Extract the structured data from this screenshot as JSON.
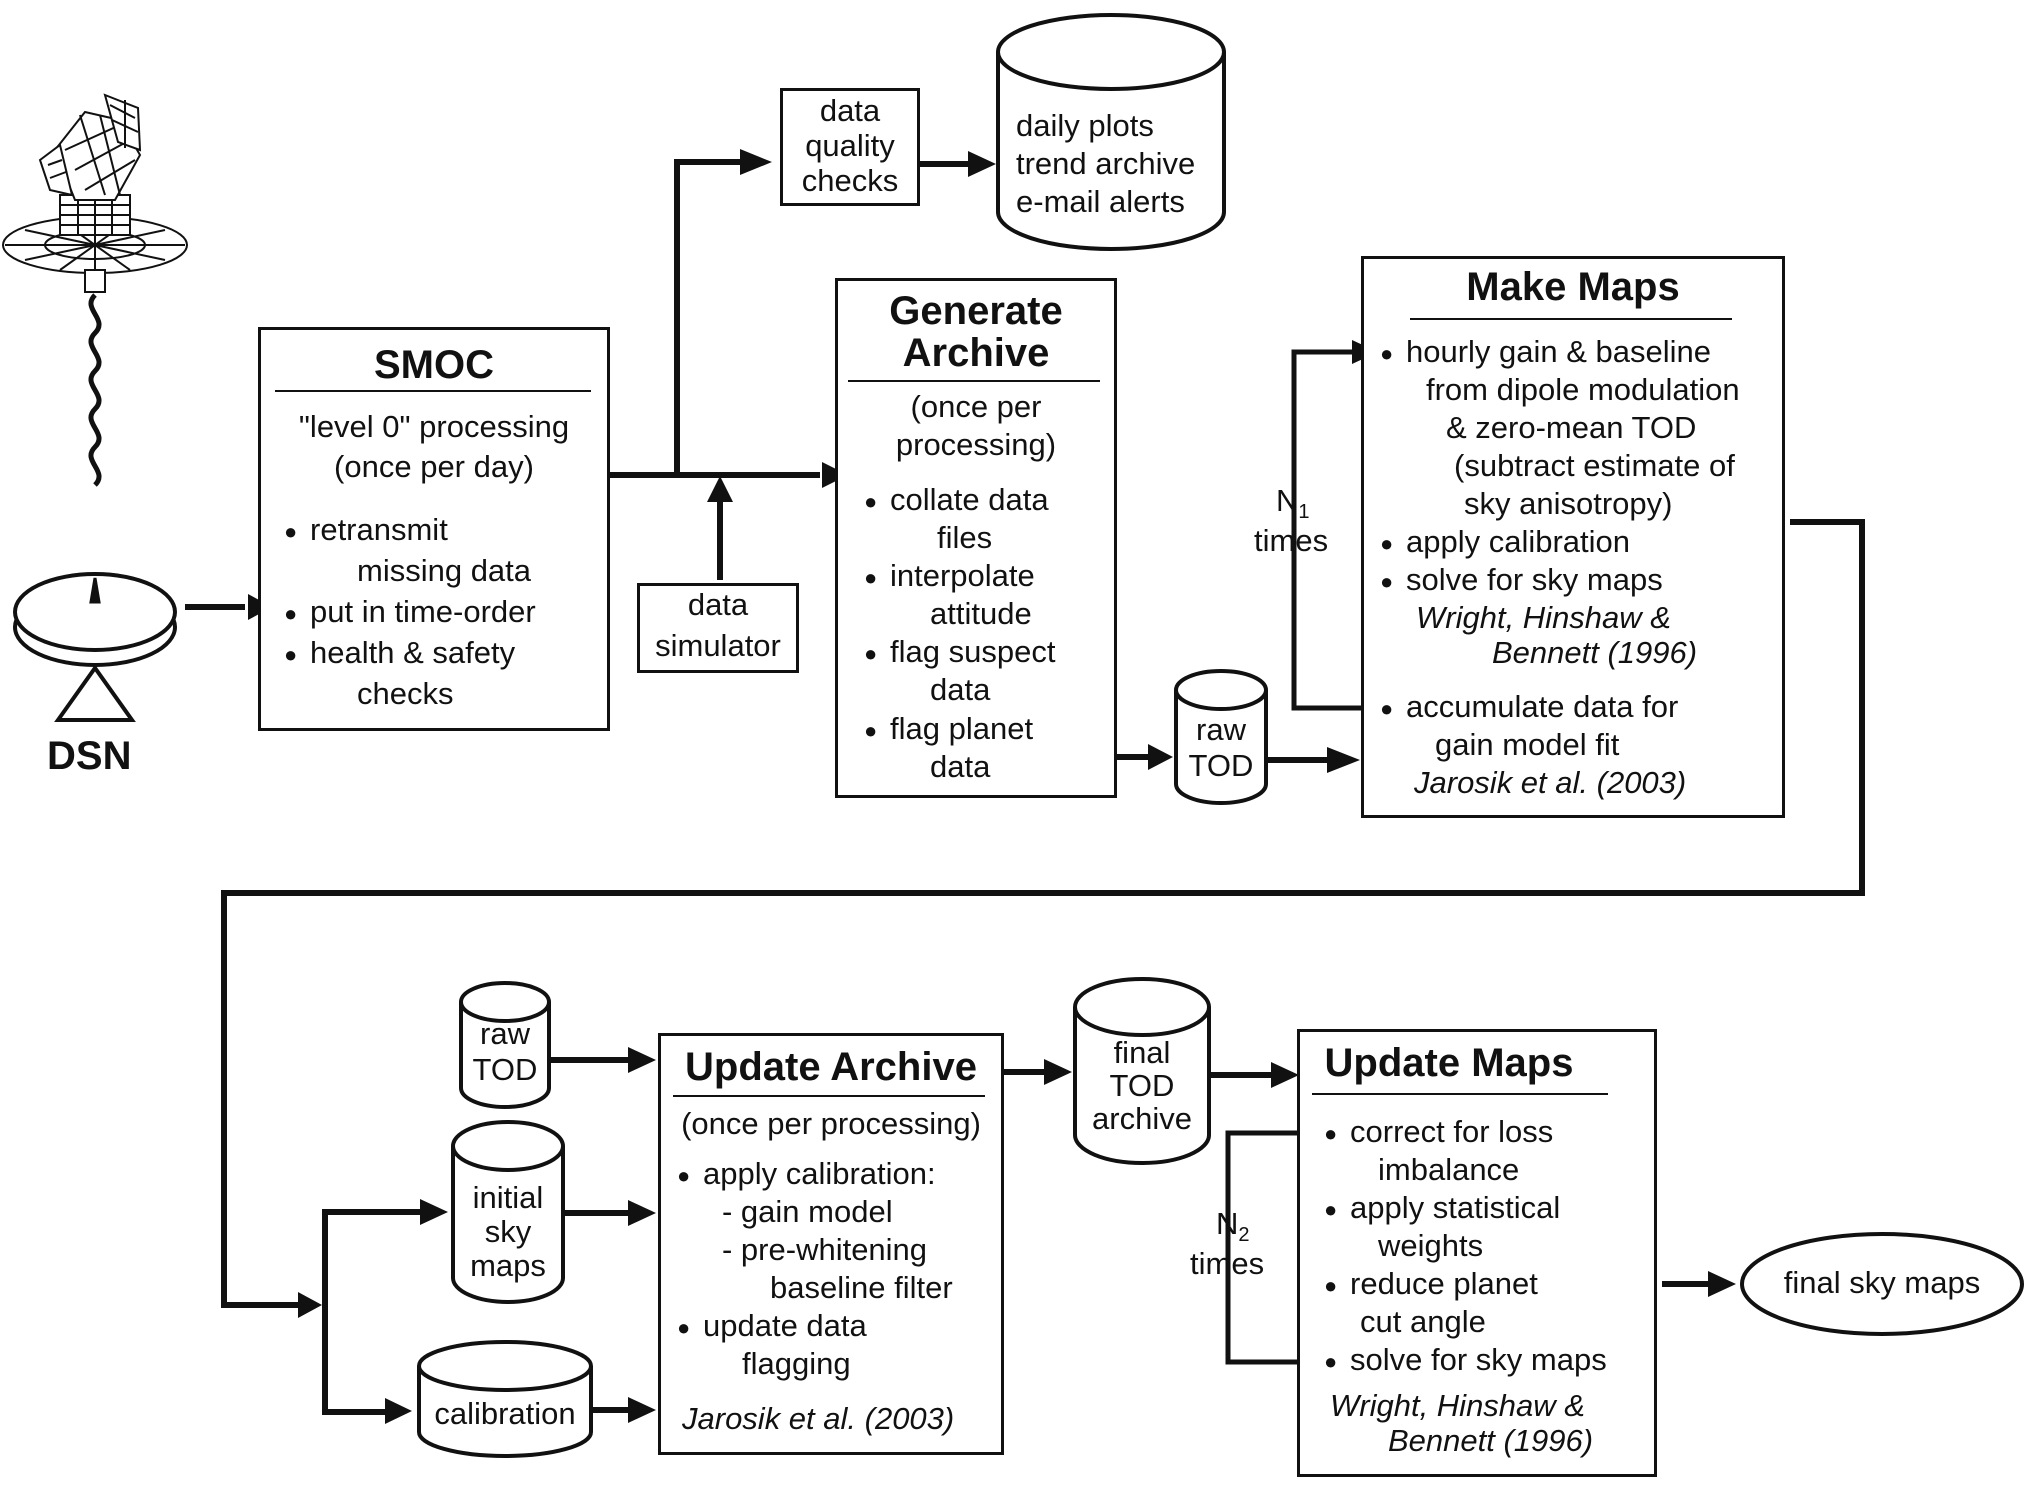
{
  "station": {
    "label": "DSN"
  },
  "smoc": {
    "title": "SMOC",
    "subtitle": [
      "\"level 0\" processing",
      "(once per day)"
    ],
    "items": [
      [
        "retransmit",
        "missing data"
      ],
      [
        "put in time-order"
      ],
      [
        "health & safety",
        "checks"
      ]
    ]
  },
  "simulator": {
    "lines": [
      "data",
      "simulator"
    ]
  },
  "quality": {
    "lines": [
      "data",
      "quality",
      "checks"
    ]
  },
  "outputs": {
    "lines": [
      "daily plots",
      "trend archive",
      "e-mail alerts"
    ]
  },
  "generate": {
    "title": [
      "Generate",
      "Archive"
    ],
    "subtitle": [
      "(once per",
      "processing)"
    ],
    "items": [
      [
        "collate data",
        "files"
      ],
      [
        "interpolate",
        "attitude"
      ],
      [
        "flag suspect",
        "data"
      ],
      [
        "flag planet",
        "data"
      ]
    ]
  },
  "raw_tod_1": {
    "lines": [
      "raw",
      "TOD"
    ]
  },
  "loop1": {
    "symbol": "N",
    "sub": "1",
    "word": "times"
  },
  "makemaps": {
    "title": "Make Maps",
    "lines": [
      "hourly gain & baseline",
      "from dipole modulation",
      "& zero-mean TOD",
      "(subtract estimate of",
      "sky anisotropy)",
      "apply calibration",
      "solve for sky maps",
      "Wright, Hinshaw &",
      "Bennett (1996)",
      "accumulate data for",
      "gain model fit",
      "Jarosik et al. (2003)"
    ]
  },
  "raw_tod_2": {
    "lines": [
      "raw",
      "TOD"
    ]
  },
  "initial_maps": {
    "lines": [
      "initial",
      "sky",
      "maps"
    ]
  },
  "calibration": {
    "lines": [
      "calibration"
    ]
  },
  "update_archive": {
    "title": "Update Archive",
    "subtitle": "(once per processing)",
    "lines": [
      "apply calibration:",
      "- gain model",
      "- pre-whitening",
      "baseline filter",
      "update data",
      "flagging",
      "Jarosik et al. (2003)"
    ]
  },
  "final_tod": {
    "lines": [
      "final",
      "TOD",
      "archive"
    ]
  },
  "loop2": {
    "symbol": "N",
    "sub": "2",
    "word": "times"
  },
  "update_maps": {
    "title": "Update Maps",
    "lines": [
      "correct for loss",
      "imbalance",
      "apply statistical",
      "weights",
      "reduce planet",
      "cut angle",
      "solve for sky maps",
      "Wright, Hinshaw &",
      "Bennett (1996)"
    ]
  },
  "final_maps": {
    "label": "final sky maps"
  }
}
